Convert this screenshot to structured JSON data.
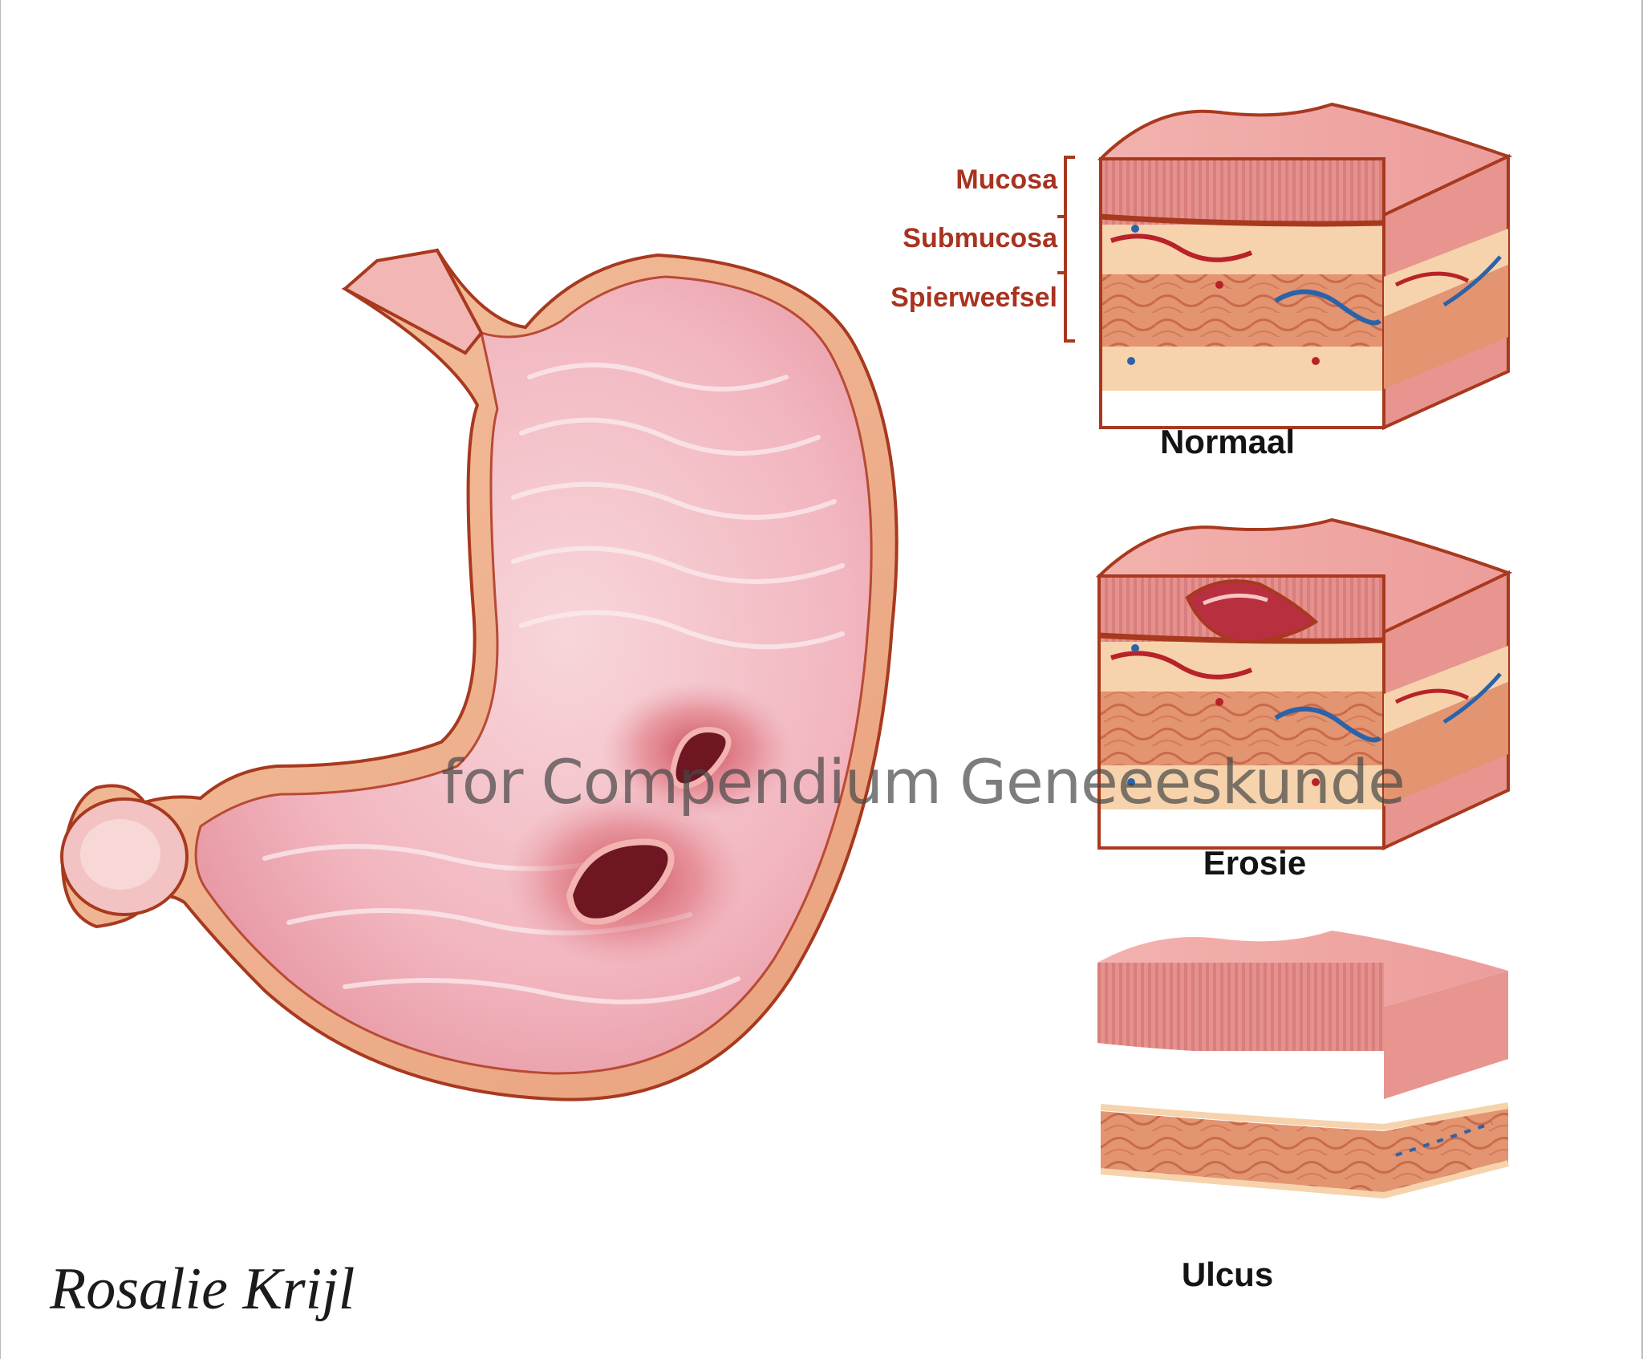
{
  "layers": {
    "mucosa": "Mucosa",
    "submucosa": "Submucosa",
    "spierweefsel": "Spierweefsel"
  },
  "blocks": {
    "normal": "Normaal",
    "erosion": "Erosie",
    "ulcer": "Ulcus"
  },
  "watermark": "for Compendium Geneeeskunde",
  "signature": "Rosalie Krijl",
  "colors": {
    "mucosa": "#f2a8a4",
    "submucosa": "#f7d2ab",
    "muscle": "#e3906e",
    "outline": "#a8391f",
    "artery": "#b8222a",
    "vein": "#2b63a8",
    "label_red": "#a8331f"
  }
}
